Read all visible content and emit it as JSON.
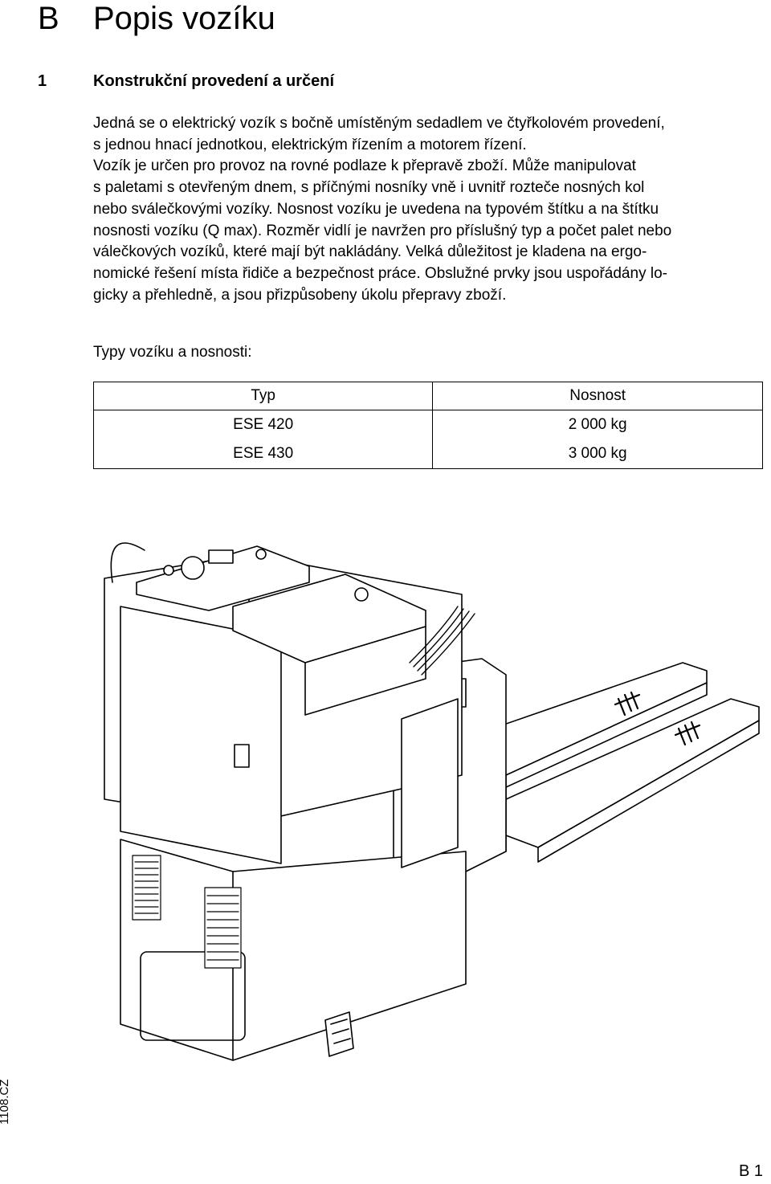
{
  "chapter": {
    "letter": "B",
    "title": "Popis vozíku"
  },
  "section": {
    "number": "1",
    "title": "Konstrukční provedení a určení"
  },
  "intro_lines": [
    "Jedná se o elektrický vozík s bočně umístěným sedadlem ve čtyřkolovém provedení,",
    "s jednou hnací jednotkou, elektrickým řízením a motorem řízení.",
    "Vozík je určen pro provoz na rovné podlaze k přepravě zboží. Může manipulovat",
    "s paletami s otevřeným dnem, s příčnými nosníky vně i uvnitř rozteče nosných kol",
    "nebo sválečkovými vozíky. Nosnost vozíku je uvedena na typovém štítku a na štítku",
    "nosnosti vozíku (Q max). Rozměr vidlí je navržen pro příslušný typ a počet palet nebo",
    "válečkových vozíků, které mají být nakládány. Velká důležitost je kladena na ergo-",
    "nomické řešení místa řidiče a bezpečnost práce. Obslužné prvky jsou uspořádány lo-",
    "gicky a přehledně, a jsou přizpůsobeny úkolu přepravy zboží."
  ],
  "table": {
    "caption": "Typy vozíku a nosnosti:",
    "headers": [
      "Typ",
      "Nosnost"
    ],
    "rows": [
      [
        "ESE 420",
        "2 000 kg"
      ],
      [
        "ESE 430",
        "3 000 kg"
      ]
    ]
  },
  "footer": {
    "doc_code": "1108.CZ",
    "page": "B 1"
  }
}
